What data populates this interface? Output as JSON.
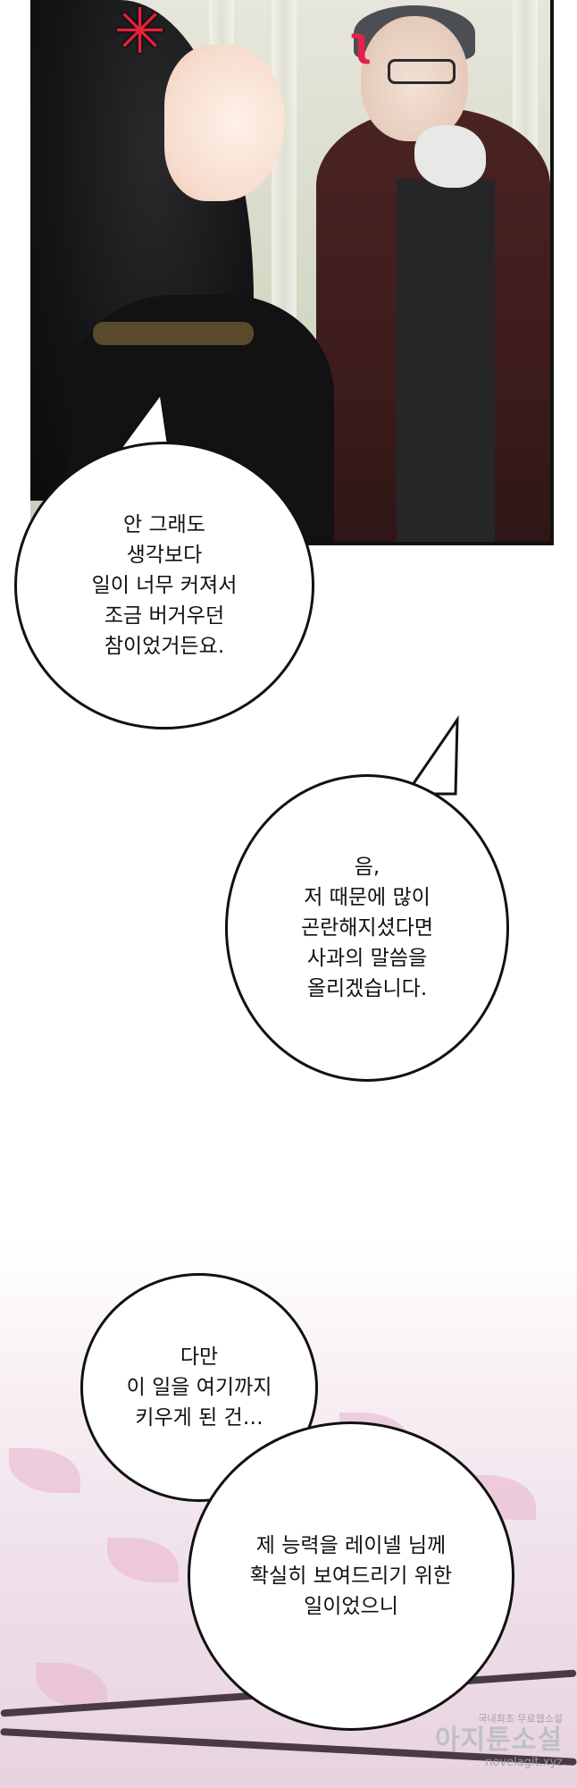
{
  "panel_top": {
    "bubble_1": "안 그래도\n생각보다\n일이 너무 커져서\n조금 버거우던\n참이었거든요."
  },
  "panel_middle": {
    "bubble_2": "음,\n저 때문에 많이\n곤란해지셨다면\n사과의 말씀을\n올리겠습니다."
  },
  "panel_bottom": {
    "bubble_3": "다만\n이 일을 여기까지\n키우게 된 건…",
    "bubble_4": "제 능력을 레이넬 님께\n확실히 보여드리기 위한\n일이었으니"
  },
  "watermark": {
    "line1": "국내최초 무료웹소설",
    "line2": "아지툰소설",
    "line3": "novelagit.xyz"
  },
  "colors": {
    "anger_mark": "#e4223c",
    "coat": "#4a2322",
    "panel_border": "#111111"
  },
  "icons": [
    "anger-mark-icon",
    "surprise-mark-icon"
  ]
}
